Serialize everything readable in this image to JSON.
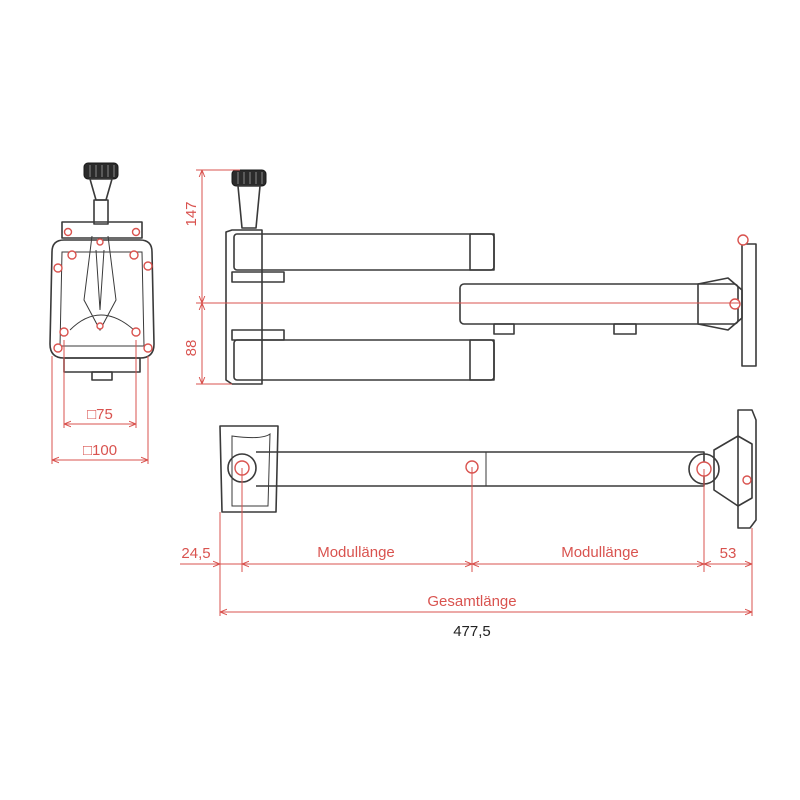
{
  "dimensions": {
    "vesa_small": "□75",
    "vesa_large": "□100",
    "height_top": "147",
    "height_bottom": "88",
    "offset_left": "24,5",
    "module_length_1": "Modullänge",
    "module_length_2": "Modullänge",
    "offset_right": "53",
    "total_length_label": "Gesamtlänge",
    "total_length_value": "477,5"
  },
  "colors": {
    "outline": "#3a3a3a",
    "dimension": "#d9534f",
    "knob": "#2b2b2b"
  }
}
